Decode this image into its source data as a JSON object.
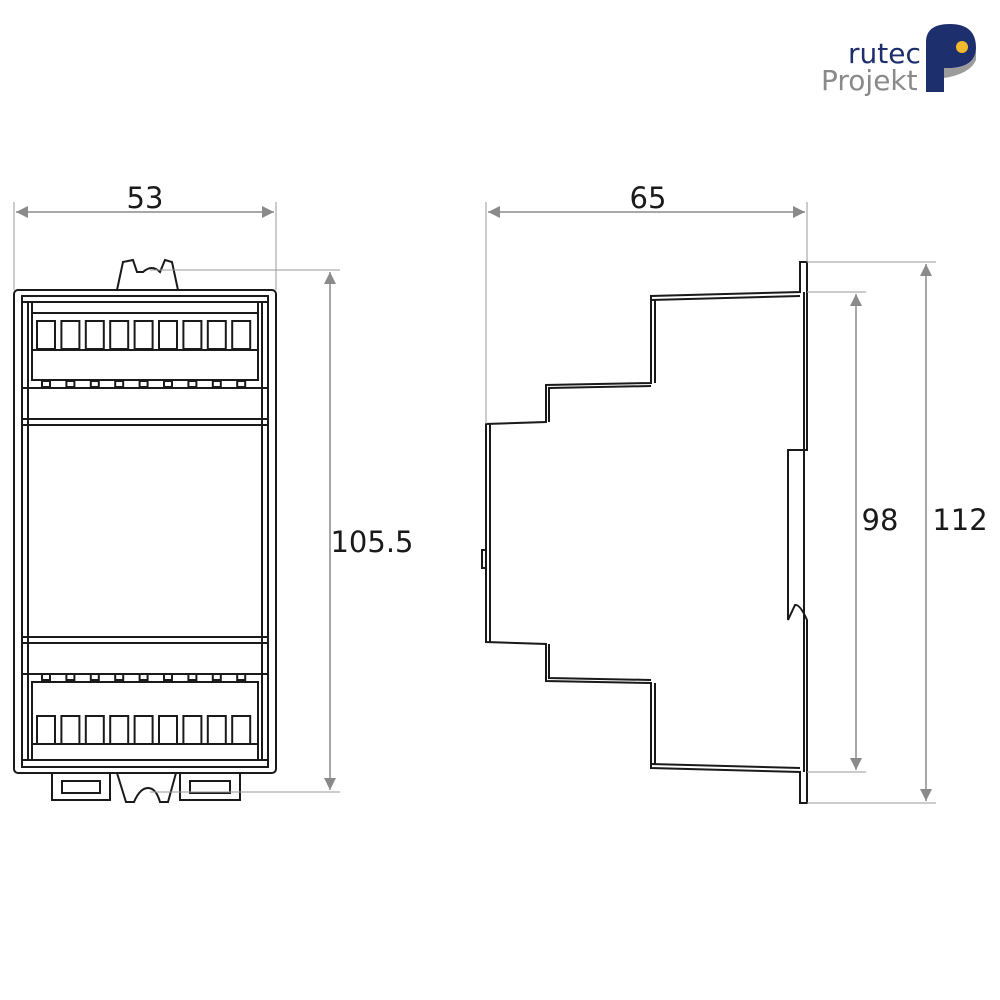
{
  "logo": {
    "line1": "rutec",
    "line2": "Projekt",
    "colors": {
      "primary": "#1e2f6e",
      "secondary": "#8a8a8a",
      "accent": "#f2b82e"
    }
  },
  "front_view": {
    "width_label": "53",
    "height_label": "105.5",
    "terminal_count_per_row": 9
  },
  "side_view": {
    "depth_label": "65",
    "inner_height_label": "98",
    "total_height_label": "112"
  },
  "colors": {
    "line": "#1a1a1a",
    "dim_line": "#9a9a9a",
    "arrow": "#8a8a8a"
  }
}
